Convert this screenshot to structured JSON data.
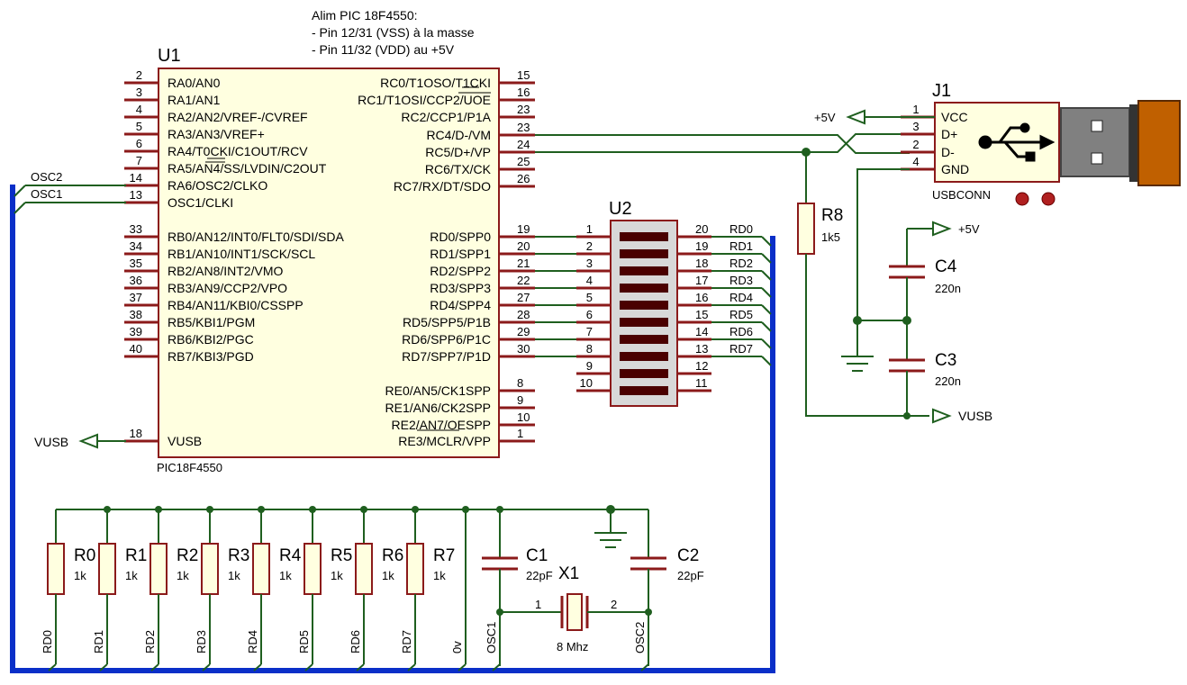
{
  "note": {
    "line1": "Alim PIC 18F4550:",
    "line2": "- Pin 12/31 (VSS) à la masse",
    "line3": "- Pin 11/32 (VDD) au +5V"
  },
  "colors": {
    "component": "#8b1a1a",
    "body": "#ffffe0",
    "wire": "#1f5f1f",
    "bus": "#0a2fc8",
    "text": "#000000"
  },
  "u1": {
    "ref": "U1",
    "part": "PIC18F4550",
    "left_pins": [
      {
        "num": "2",
        "name": "RA0/AN0"
      },
      {
        "num": "3",
        "name": "RA1/AN1"
      },
      {
        "num": "4",
        "name": "RA2/AN2/VREF-/CVREF"
      },
      {
        "num": "5",
        "name": "RA3/AN3/VREF+"
      },
      {
        "num": "6",
        "name": "RA4/T0CKI/C1OUT/RCV"
      },
      {
        "num": "7",
        "name": "RA5/AN4/SS/LVDIN/C2OUT"
      },
      {
        "num": "14",
        "name": "RA6/OSC2/CLKO"
      },
      {
        "num": "13",
        "name": "OSC1/CLKI"
      },
      {
        "num": "33",
        "name": "RB0/AN12/INT0/FLT0/SDI/SDA"
      },
      {
        "num": "34",
        "name": "RB1/AN10/INT1/SCK/SCL"
      },
      {
        "num": "35",
        "name": "RB2/AN8/INT2/VMO"
      },
      {
        "num": "36",
        "name": "RB3/AN9/CCP2/VPO"
      },
      {
        "num": "37",
        "name": "RB4/AN11/KBI0/CSSPP"
      },
      {
        "num": "38",
        "name": "RB5/KBI1/PGM"
      },
      {
        "num": "39",
        "name": "RB6/KBI2/PGC"
      },
      {
        "num": "40",
        "name": "RB7/KBI3/PGD"
      },
      {
        "num": "18",
        "name": "VUSB"
      }
    ],
    "right_pins": [
      {
        "num": "15",
        "name": "RC0/T1OSO/T1CKI"
      },
      {
        "num": "16",
        "name": "RC1/T1OSI/CCP2/UOE"
      },
      {
        "num": "23",
        "name": "RC2/CCP1/P1A"
      },
      {
        "num": "23",
        "name": "RC4/D-/VM"
      },
      {
        "num": "24",
        "name": "RC5/D+/VP"
      },
      {
        "num": "25",
        "name": "RC6/TX/CK"
      },
      {
        "num": "26",
        "name": "RC7/RX/DT/SDO"
      },
      {
        "num": "19",
        "name": "RD0/SPP0"
      },
      {
        "num": "20",
        "name": "RD1/SPP1"
      },
      {
        "num": "21",
        "name": "RD2/SPP2"
      },
      {
        "num": "22",
        "name": "RD3/SPP3"
      },
      {
        "num": "27",
        "name": "RD4/SPP4"
      },
      {
        "num": "28",
        "name": "RD5/SPP5/P1B"
      },
      {
        "num": "29",
        "name": "RD6/SPP6/P1C"
      },
      {
        "num": "30",
        "name": "RD7/SPP7/P1D"
      },
      {
        "num": "8",
        "name": "RE0/AN5/CK1SPP"
      },
      {
        "num": "9",
        "name": "RE1/AN6/CK2SPP"
      },
      {
        "num": "10",
        "name": "RE2/AN7/OESPP"
      },
      {
        "num": "1",
        "name": "RE3/MCLR/VPP"
      }
    ]
  },
  "u2": {
    "ref": "U2",
    "left_pins": [
      "1",
      "2",
      "3",
      "4",
      "5",
      "6",
      "7",
      "8",
      "9",
      "10"
    ],
    "right_pins": [
      "20",
      "19",
      "18",
      "17",
      "16",
      "15",
      "14",
      "13",
      "12",
      "11"
    ],
    "bus_labels": [
      "RD0",
      "RD1",
      "RD2",
      "RD3",
      "RD4",
      "RD5",
      "RD6",
      "RD7"
    ]
  },
  "j1": {
    "ref": "J1",
    "part": "USBCONN",
    "pins": [
      {
        "num": "1",
        "name": "VCC"
      },
      {
        "num": "3",
        "name": "D+"
      },
      {
        "num": "2",
        "name": "D-"
      },
      {
        "num": "4",
        "name": "GND"
      }
    ]
  },
  "power": {
    "plus5v": "+5V",
    "vusb": "VUSB"
  },
  "passives": {
    "r8": {
      "ref": "R8",
      "value": "1k5"
    },
    "c4": {
      "ref": "C4",
      "value": "220n"
    },
    "c3": {
      "ref": "C3",
      "value": "220n"
    },
    "c1": {
      "ref": "C1",
      "value": "22pF"
    },
    "c2": {
      "ref": "C2",
      "value": "22pF"
    },
    "x1": {
      "ref": "X1",
      "value": "8 Mhz",
      "pin1": "1",
      "pin2": "2"
    },
    "r_array": [
      {
        "ref": "R0",
        "value": "1k"
      },
      {
        "ref": "R1",
        "value": "1k"
      },
      {
        "ref": "R2",
        "value": "1k"
      },
      {
        "ref": "R3",
        "value": "1k"
      },
      {
        "ref": "R4",
        "value": "1k"
      },
      {
        "ref": "R5",
        "value": "1k"
      },
      {
        "ref": "R6",
        "value": "1k"
      },
      {
        "ref": "R7",
        "value": "1k"
      }
    ]
  },
  "bus_entries": {
    "osc2": "OSC2",
    "osc1": "OSC1",
    "bottom": [
      "RD0",
      "RD1",
      "RD2",
      "RD3",
      "RD4",
      "RD5",
      "RD6",
      "RD7",
      "0v",
      "OSC1",
      "OSC2"
    ]
  }
}
